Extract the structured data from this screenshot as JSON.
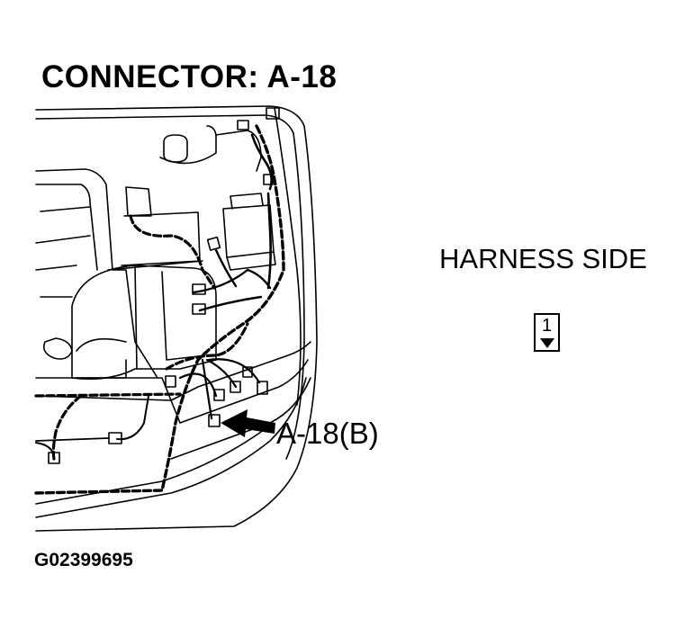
{
  "diagram": {
    "title": "CONNECTOR: A-18",
    "harness_side_label": "HARNESS SIDE",
    "connector_pin": "1",
    "callout_label": "A-18(B)",
    "figure_id": "G02399695"
  }
}
